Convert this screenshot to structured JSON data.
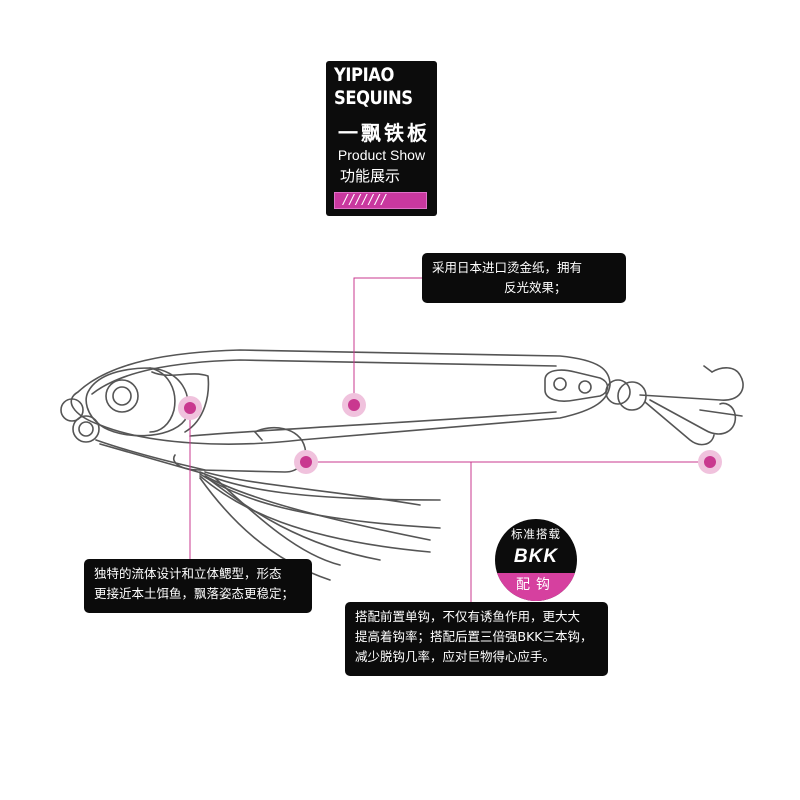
{
  "badge": {
    "brand_line1": "YIPIAO",
    "brand_line2": "SEQUINS",
    "brand_cn": "一飘铁板",
    "subtitle_en": "Product Show",
    "subtitle_cn": "功能展示",
    "stripes": "///////"
  },
  "callouts": {
    "top": [
      "采用日本进口烫金纸，拥有",
      "反光效果；"
    ],
    "left": [
      "独特的流体设计和立体鳃型，形态",
      "更接近本土饵鱼，飘落姿态更稳定；"
    ],
    "right": [
      "搭配前置单钩，不仅有诱鱼作用，更大大",
      "提高着钩率；搭配后置三倍强BKK三本钩，",
      "减少脱钩几率，应对巨物得心应手。"
    ]
  },
  "bkk_badge": {
    "top_text": "标准搭载",
    "logo": "BKK",
    "bottom_text": "配钩"
  },
  "colors": {
    "accent_pink": "#d6409f",
    "marker_pink": "#c9388f",
    "card_black": "#0c0c0c",
    "line_gray": "#777777"
  }
}
